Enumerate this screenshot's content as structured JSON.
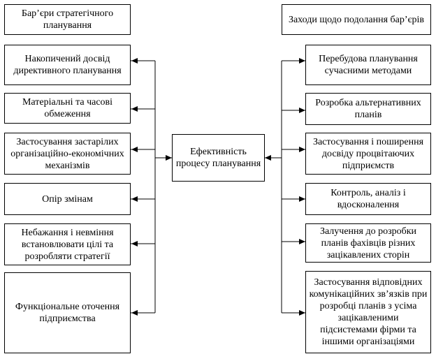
{
  "left_header": "Бар’єри стратегічного планування",
  "right_header": "Заходи щодо подолання бар’єрів",
  "center": "Ефективність процесу планування",
  "left_items": [
    "Накопичений досвід директивного планування",
    "Матеріальні та часові обмеження",
    "Застосування застарілих організаційно-економічних механізмів",
    "Опір змінам",
    "Небажання і невміння встановлювати цілі та розробляти стратегії",
    "Функціональне оточення підприємства"
  ],
  "right_items": [
    "Перебудова планування сучасними методами",
    "Розробка альтернативних планів",
    "Застосування і поширення досвіду процвітаючих підприємств",
    "Контроль, аналіз і вдосконалення",
    "Залучення до розробки планів фахівців різних зацікавлених сторін",
    "Застосування відповідних комунікаційних зв’язків при розробці планів з усіма зацікавленими підсистемами фірми та іншими організаціями"
  ]
}
